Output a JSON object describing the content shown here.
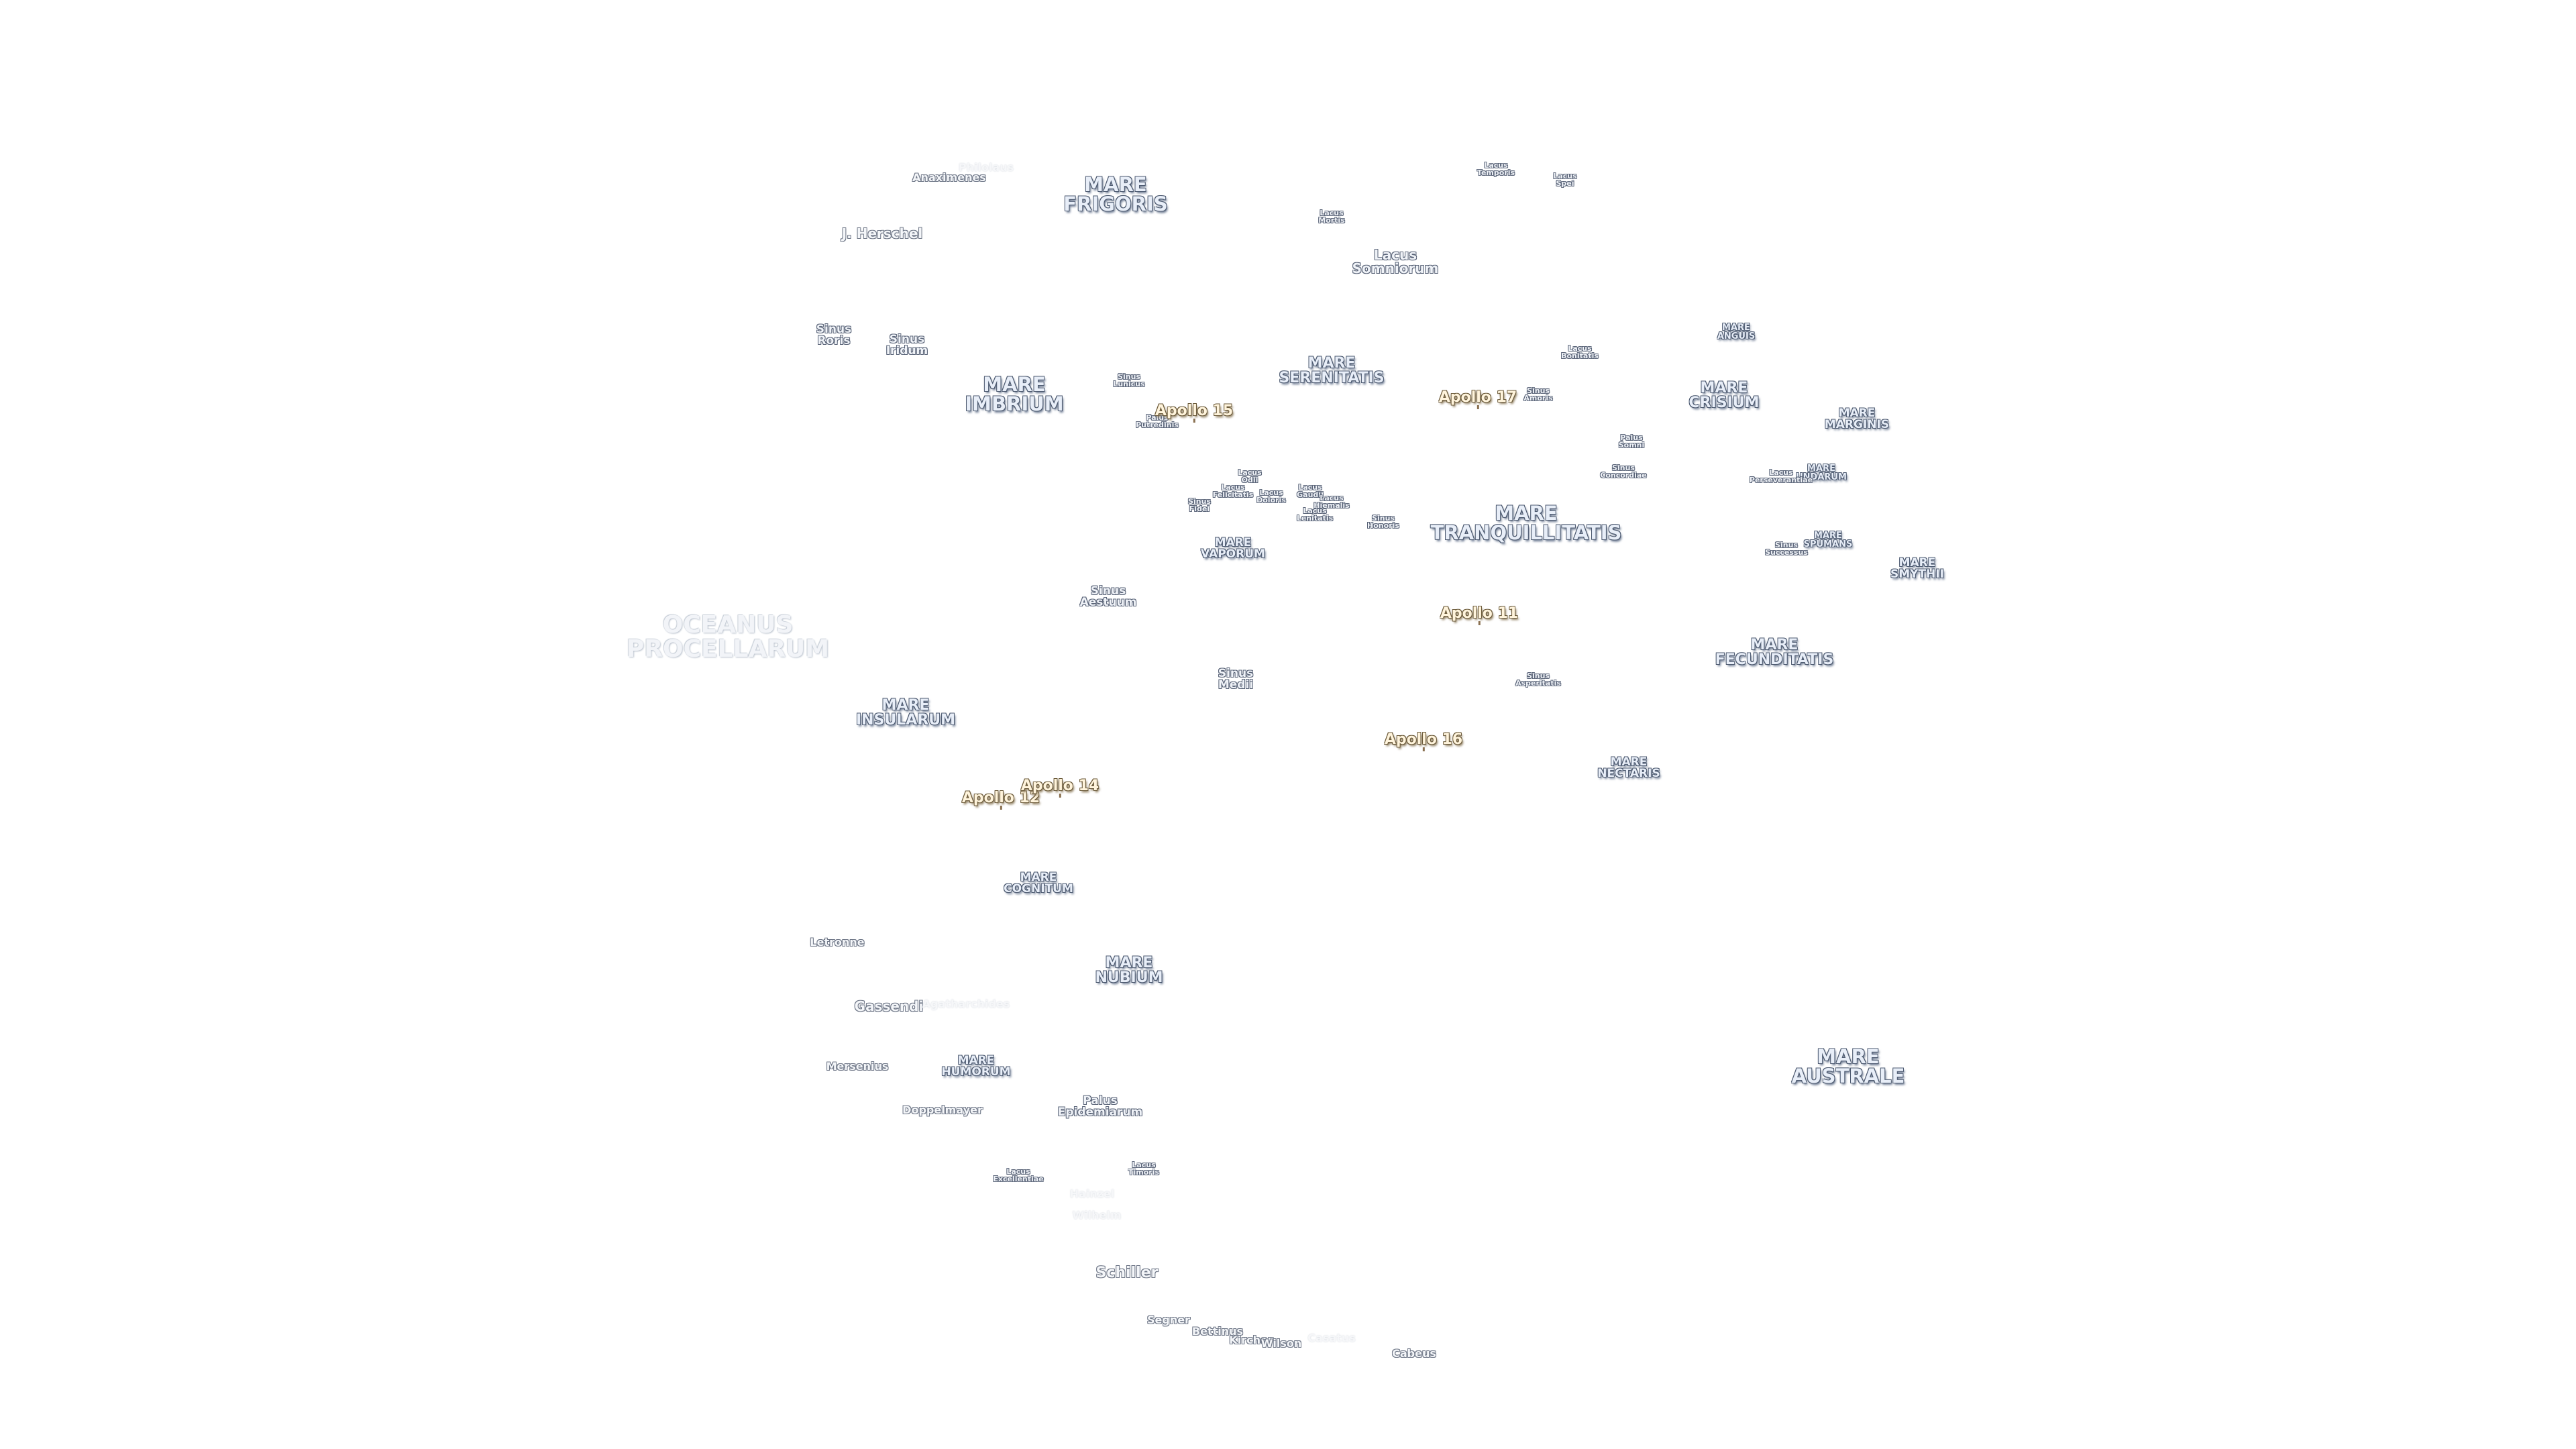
{
  "labels": [
    {
      "id": "oceanus-procellarum",
      "text": "OCEANUS\nPROCELLARUM",
      "cls": "mare big faint"
    },
    {
      "id": "mare-frigoris",
      "text": "MARE\nFRIGORIS",
      "cls": "mare"
    },
    {
      "id": "mare-imbrium",
      "text": "MARE\nIMBRIUM",
      "cls": "mare"
    },
    {
      "id": "mare-serenitatis",
      "text": "MARE\nSERENITATIS",
      "cls": "mare mid"
    },
    {
      "id": "mare-tranquillitatis",
      "text": "MARE\nTRANQUILLITATIS",
      "cls": "mare"
    },
    {
      "id": "mare-crisium",
      "text": "MARE\nCRISIUM",
      "cls": "mare mid"
    },
    {
      "id": "mare-fecunditatis",
      "text": "MARE\nFECUNDITATIS",
      "cls": "mare mid"
    },
    {
      "id": "mare-nectaris",
      "text": "MARE\nNECTARIS",
      "cls": "mare sm"
    },
    {
      "id": "mare-vaporum",
      "text": "MARE\nVAPORUM",
      "cls": "mare sm"
    },
    {
      "id": "mare-insularum",
      "text": "MARE\nINSULARUM",
      "cls": "mare mid"
    },
    {
      "id": "mare-cognitum",
      "text": "MARE\nCOGNITUM",
      "cls": "mare sm"
    },
    {
      "id": "mare-nubium",
      "text": "MARE\nNUBIUM",
      "cls": "mare mid"
    },
    {
      "id": "mare-humorum",
      "text": "MARE\nHUMORUM",
      "cls": "mare sm"
    },
    {
      "id": "mare-australe",
      "text": "MARE\nAUSTRALE",
      "cls": "mare"
    },
    {
      "id": "mare-marginis",
      "text": "MARE\nMARGINIS",
      "cls": "mare sm"
    },
    {
      "id": "mare-smythii",
      "text": "MARE\nSMYTHII",
      "cls": "mare sm"
    },
    {
      "id": "mare-anguis",
      "text": "MARE\nANGUIS",
      "cls": "mare xs"
    },
    {
      "id": "mare-undarum",
      "text": "MARE\nUNDARUM",
      "cls": "mare xs"
    },
    {
      "id": "mare-spumans",
      "text": "MARE\nSPUMANS",
      "cls": "mare xs"
    },
    {
      "id": "lacus-somniorum",
      "text": "Lacus\nSomniorum",
      "cls": "minor md"
    },
    {
      "id": "lacus-temporis",
      "text": "Lacus\nTemporis",
      "cls": "tiny"
    },
    {
      "id": "lacus-spei",
      "text": "Lacus\nSpei",
      "cls": "tiny"
    },
    {
      "id": "lacus-mortis",
      "text": "Lacus\nMortis",
      "cls": "tiny"
    },
    {
      "id": "lacus-bonitatis",
      "text": "Lacus\nBonitatis",
      "cls": "tiny"
    },
    {
      "id": "sinus-amoris",
      "text": "Sinus\nAmoris",
      "cls": "tiny"
    },
    {
      "id": "palus-somni",
      "text": "Palus\nSomni",
      "cls": "tiny"
    },
    {
      "id": "sinus-concordiae",
      "text": "Sinus\nConcordiae",
      "cls": "tiny"
    },
    {
      "id": "lacus-perseverantiae",
      "text": "Lacus\nPerseverantiae",
      "cls": "tiny"
    },
    {
      "id": "sinus-successus",
      "text": "Sinus\nSuccessus",
      "cls": "tiny"
    },
    {
      "id": "sinus-roris",
      "text": "Sinus\nRoris",
      "cls": "minor"
    },
    {
      "id": "sinus-iridum",
      "text": "Sinus\nIridum",
      "cls": "minor"
    },
    {
      "id": "sinus-lunicus",
      "text": "Sinus\nLunicus",
      "cls": "tiny"
    },
    {
      "id": "palus-putredinis",
      "text": "Palus\nPutredinis",
      "cls": "tiny"
    },
    {
      "id": "lacus-odii",
      "text": "Lacus\nOdii",
      "cls": "tiny"
    },
    {
      "id": "lacus-felicitatis",
      "text": "Lacus\nFelicitatis",
      "cls": "tiny"
    },
    {
      "id": "lacus-doloris",
      "text": "Lacus\nDoloris",
      "cls": "tiny"
    },
    {
      "id": "sinus-fidei",
      "text": "Sinus\nFidei",
      "cls": "tiny"
    },
    {
      "id": "lacus-gaudii",
      "text": "Lacus\nGaudii",
      "cls": "tiny"
    },
    {
      "id": "lacus-hiemalis",
      "text": "Lacus\nHiemalis",
      "cls": "tiny"
    },
    {
      "id": "lacus-lenitatis",
      "text": "Lacus\nLenitatis",
      "cls": "tiny"
    },
    {
      "id": "sinus-honoris",
      "text": "Sinus\nHonoris",
      "cls": "tiny"
    },
    {
      "id": "sinus-aestuum",
      "text": "Sinus\nAestuum",
      "cls": "minor"
    },
    {
      "id": "sinus-medii",
      "text": "Sinus\nMedii",
      "cls": "minor"
    },
    {
      "id": "sinus-asperitatis",
      "text": "Sinus\nAsperitatis",
      "cls": "tiny"
    },
    {
      "id": "palus-epidemiarum",
      "text": "Palus\nEpidemiarum",
      "cls": "minor"
    },
    {
      "id": "lacus-excellentiae",
      "text": "Lacus\nExcellentiae",
      "cls": "tiny"
    },
    {
      "id": "lacus-timoris",
      "text": "Lacus\nTimoris",
      "cls": "tiny"
    },
    {
      "id": "anaximenes",
      "text": "Anaximenes",
      "cls": "crater"
    },
    {
      "id": "philolaus",
      "text": "Philolaus",
      "cls": "crater ghost"
    },
    {
      "id": "j-herschel",
      "text": "J. Herschel",
      "cls": "crater md"
    },
    {
      "id": "letronne",
      "text": "Letronne",
      "cls": "crater"
    },
    {
      "id": "gassendi",
      "text": "Gassendi",
      "cls": "crater md"
    },
    {
      "id": "agatharchides",
      "text": "Agatharchides",
      "cls": "crater ghost"
    },
    {
      "id": "mersenius",
      "text": "Mersenius",
      "cls": "crater"
    },
    {
      "id": "doppelmayer",
      "text": "Doppelmayer",
      "cls": "crater"
    },
    {
      "id": "hainzel",
      "text": "Hainzel",
      "cls": "crater ghost"
    },
    {
      "id": "wilhelm",
      "text": "Wilhelm",
      "cls": "crater ghost"
    },
    {
      "id": "schiller",
      "text": "Schiller",
      "cls": "crater lg"
    },
    {
      "id": "segner",
      "text": "Segner",
      "cls": "crater"
    },
    {
      "id": "bettinus",
      "text": "Bettinus",
      "cls": "crater"
    },
    {
      "id": "kircher",
      "text": "Kircher",
      "cls": "crater"
    },
    {
      "id": "wilson",
      "text": "Wilson",
      "cls": "crater"
    },
    {
      "id": "casatus",
      "text": "Casatus",
      "cls": "crater ghost"
    },
    {
      "id": "cabeus",
      "text": "Cabeus",
      "cls": "crater"
    },
    {
      "id": "apollo-11",
      "text": "Apollo 11",
      "cls": "apollo"
    },
    {
      "id": "apollo-12",
      "text": "Apollo 12",
      "cls": "apollo"
    },
    {
      "id": "apollo-14",
      "text": "Apollo 14",
      "cls": "apollo"
    },
    {
      "id": "apollo-15",
      "text": "Apollo 15",
      "cls": "apollo"
    },
    {
      "id": "apollo-16",
      "text": "Apollo 16",
      "cls": "apollo"
    },
    {
      "id": "apollo-17",
      "text": "Apollo 17",
      "cls": "apollo"
    }
  ]
}
